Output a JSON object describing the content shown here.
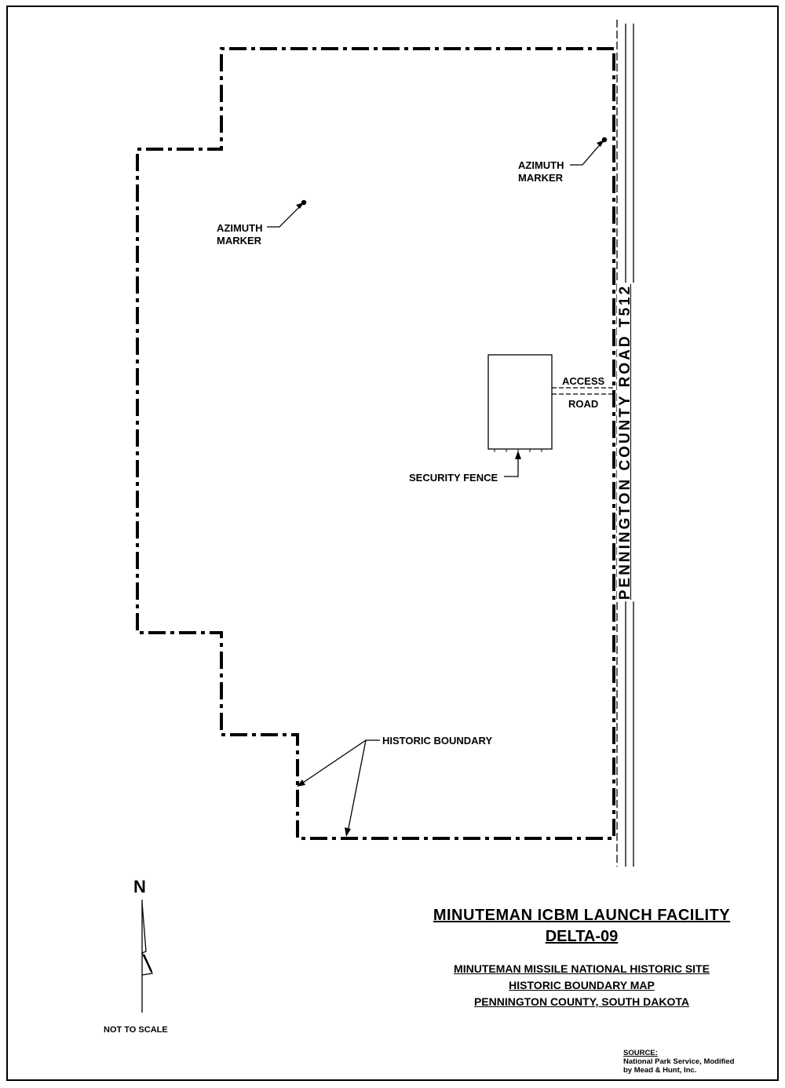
{
  "title": {
    "line1": "MINUTEMAN ICBM LAUNCH FACILITY",
    "line2": "DELTA-09"
  },
  "subtitle": {
    "line1": "MINUTEMAN MISSILE NATIONAL HISTORIC SITE",
    "line2": "HISTORIC BOUNDARY MAP",
    "line3": "PENNINGTON COUNTY, SOUTH DAKOTA"
  },
  "labels": {
    "azimuth_marker_left_1": "AZIMUTH",
    "azimuth_marker_left_2": "MARKER",
    "azimuth_marker_right_1": "AZIMUTH",
    "azimuth_marker_right_2": "MARKER",
    "access_road_1": "ACCESS",
    "access_road_2": "ROAD",
    "security_fence": "SECURITY FENCE",
    "historic_boundary": "HISTORIC BOUNDARY",
    "county_road": "PENNINGTON COUNTY ROAD T512"
  },
  "north_arrow": {
    "letter": "N",
    "scale_note": "NOT TO SCALE"
  },
  "source": {
    "heading": "SOURCE:",
    "line1": "National Park Service, Modified",
    "line2": "by Mead & Hunt, Inc."
  },
  "colors": {
    "ink": "#000000",
    "paper": "#ffffff"
  }
}
